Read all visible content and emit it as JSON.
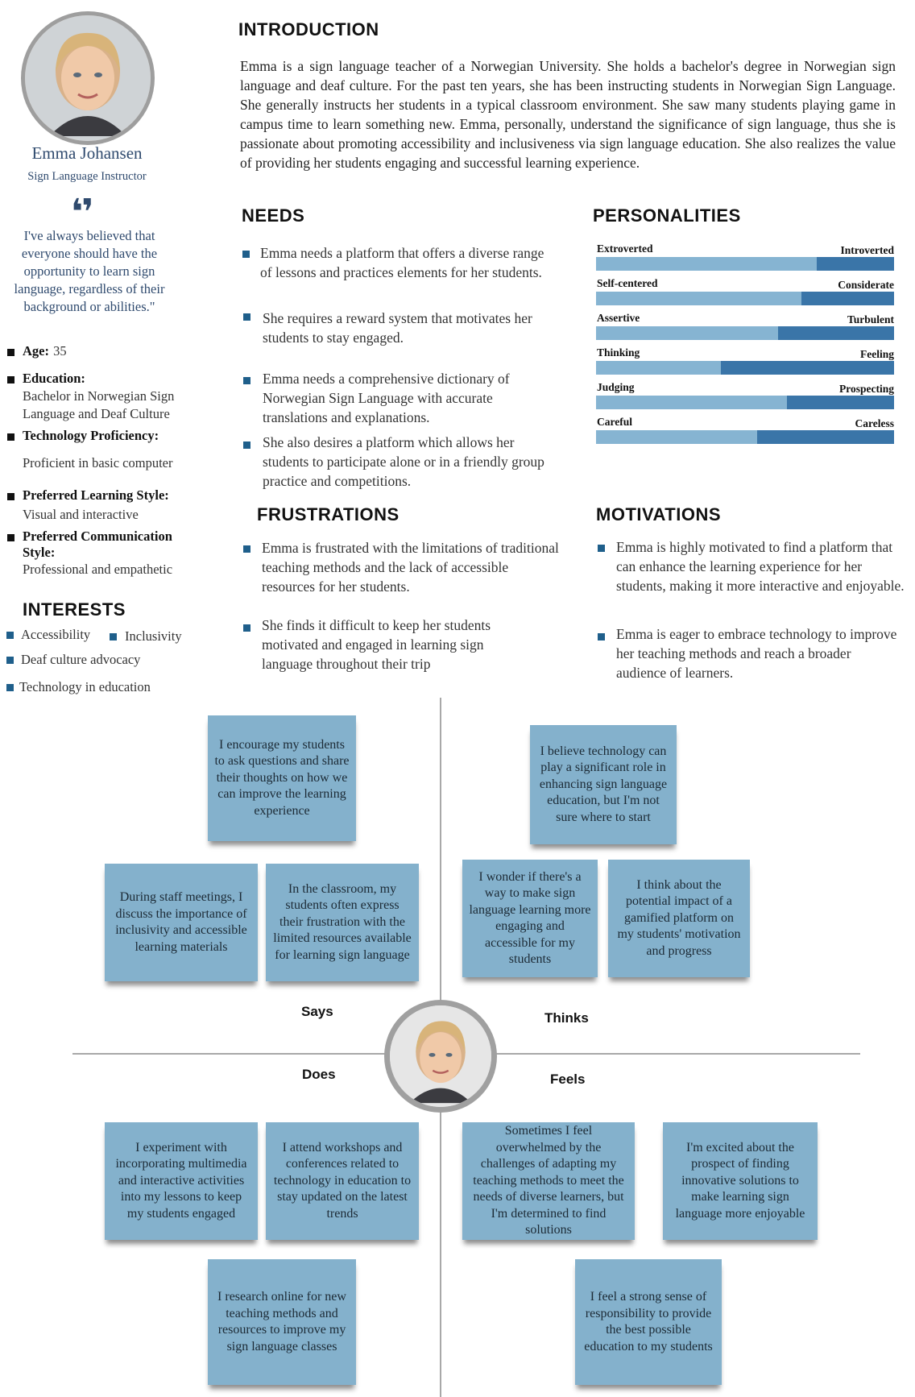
{
  "profile": {
    "name": "Emma Johansen",
    "role": "Sign Language Instructor",
    "quote": "I've always believed that everyone should have the opportunity to learn sign language, regardless of their background or abilities.\"",
    "age_label": "Age:",
    "age": "35",
    "education_label": "Education:",
    "education": "Bachelor in Norwegian Sign Language and Deaf Culture",
    "tech_label": "Technology Proficiency:",
    "tech": "Proficient in basic computer",
    "learning_label": "Preferred Learning Style:",
    "learning": "Visual and interactive",
    "comm_label_1": "Preferred Communication",
    "comm_label_2": "Style:",
    "comm": "Professional and empathetic"
  },
  "interests": {
    "title": "INTERESTS",
    "items": [
      "Accessibility",
      "Inclusivity",
      "Deaf culture advocacy",
      "Technology in education"
    ]
  },
  "introduction": {
    "title": "INTRODUCTION",
    "text": "Emma is a sign language teacher of a Norwegian University. She holds a bachelor's degree in Norwegian sign language and deaf culture. For the past ten years, she has been instructing students in Norwegian Sign Language. She generally instructs her students in a typical classroom environment. She saw many students playing game in campus time to learn something new. Emma, personally, understand the significance of sign language, thus she is passionate about promoting accessibility and inclusiveness via sign language education. She also realizes the value of providing her students engaging and successful learning experience."
  },
  "needs": {
    "title": "NEEDS",
    "items": [
      "Emma needs a platform that offers a diverse range of lessons and practices elements for her students.",
      "She requires a reward system that motivates her students to stay engaged.",
      "Emma needs a comprehensive dictionary of Norwegian Sign Language with accurate translations and explanations.",
      "She also desires a platform which allows her students to participate alone or in a friendly group practice and competitions."
    ]
  },
  "personalities": {
    "title": "PERSONALITIES",
    "traits": [
      {
        "left": "Extroverted",
        "right": "Introverted",
        "value": 0.26
      },
      {
        "left": "Self-centered",
        "right": "Considerate",
        "value": 0.31
      },
      {
        "left": "Assertive",
        "right": "Turbulent",
        "value": 0.39
      },
      {
        "left": "Thinking",
        "right": "Feeling",
        "value": 0.58
      },
      {
        "left": "Judging",
        "right": "Prospecting",
        "value": 0.36
      },
      {
        "left": "Careful",
        "right": "Careless",
        "value": 0.46
      }
    ]
  },
  "frustrations": {
    "title": "FRUSTRATIONS",
    "items": [
      "Emma is frustrated with the limitations of traditional teaching methods and the lack of accessible resources for her students.",
      "She finds it difficult to keep her students motivated and engaged in learning sign language throughout their trip"
    ]
  },
  "motivations": {
    "title": "MOTIVATIONS",
    "items": [
      "Emma is highly motivated to find a platform that can enhance the learning experience for her students, making it more interactive and enjoyable.",
      "Emma is eager to embrace technology to improve her teaching methods and reach a broader audience of learners."
    ]
  },
  "empathy_map": {
    "says_label": "Says",
    "thinks_label": "Thinks",
    "does_label": "Does",
    "feels_label": "Feels",
    "says": [
      "I encourage my students to ask questions and share their thoughts on how we can improve the learning experience",
      "During staff meetings, I discuss the importance of inclusivity and accessible learning materials",
      "In the classroom, my students often express their frustration with the limited resources available for learning sign language"
    ],
    "thinks": [
      "I believe technology can play a significant role in enhancing sign language education, but I'm not sure where to start",
      "I wonder if there's a way to make sign language learning more engaging and accessible for my students",
      "I think about the potential impact of a gamified platform on my students' motivation and progress"
    ],
    "does": [
      "I experiment with incorporating multimedia and interactive activities into my lessons to keep my students engaged",
      "I attend workshops and conferences related to technology in education to stay updated on the latest trends",
      "I research online for new teaching methods and resources to improve my sign language classes"
    ],
    "feels": [
      "Sometimes I feel overwhelmed by the challenges of adapting my teaching methods to meet the needs of diverse learners, but I'm determined to find solutions",
      "I'm excited about the prospect of finding innovative solutions to make learning sign language more enjoyable",
      "I feel a strong sense of responsibility to provide the best possible education to my students"
    ]
  }
}
